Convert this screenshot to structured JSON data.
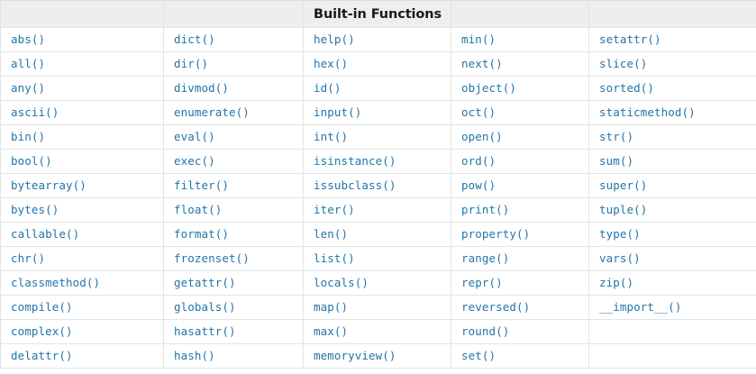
{
  "table": {
    "title": "Built-in Functions",
    "title_column_index": 2,
    "header_cells": [
      "",
      "",
      "Built-in Functions",
      "",
      ""
    ],
    "column_count": 5,
    "row_count": 14,
    "columns": [
      {
        "index": 0,
        "name": "column-1",
        "items": [
          "abs()",
          "all()",
          "any()",
          "ascii()",
          "bin()",
          "bool()",
          "bytearray()",
          "bytes()",
          "callable()",
          "chr()",
          "classmethod()",
          "compile()",
          "complex()",
          "delattr()"
        ]
      },
      {
        "index": 1,
        "name": "column-2",
        "items": [
          "dict()",
          "dir()",
          "divmod()",
          "enumerate()",
          "eval()",
          "exec()",
          "filter()",
          "float()",
          "format()",
          "frozenset()",
          "getattr()",
          "globals()",
          "hasattr()",
          "hash()"
        ]
      },
      {
        "index": 2,
        "name": "column-3",
        "items": [
          "help()",
          "hex()",
          "id()",
          "input()",
          "int()",
          "isinstance()",
          "issubclass()",
          "iter()",
          "len()",
          "list()",
          "locals()",
          "map()",
          "max()",
          "memoryview()"
        ]
      },
      {
        "index": 3,
        "name": "column-4",
        "items": [
          "min()",
          "next()",
          "object()",
          "oct()",
          "open()",
          "ord()",
          "pow()",
          "print()",
          "property()",
          "range()",
          "repr()",
          "reversed()",
          "round()",
          "set()"
        ]
      },
      {
        "index": 4,
        "name": "column-5",
        "items": [
          "setattr()",
          "slice()",
          "sorted()",
          "staticmethod()",
          "str()",
          "sum()",
          "super()",
          "tuple()",
          "type()",
          "vars()",
          "zip()",
          "__import__()",
          "",
          ""
        ]
      }
    ]
  },
  "colors": {
    "link": "#2175a9",
    "header_background": "#eeeeee",
    "header_text": "#1a1a1a",
    "border": "#e1e4e5",
    "cell_background": "#ffffff"
  }
}
